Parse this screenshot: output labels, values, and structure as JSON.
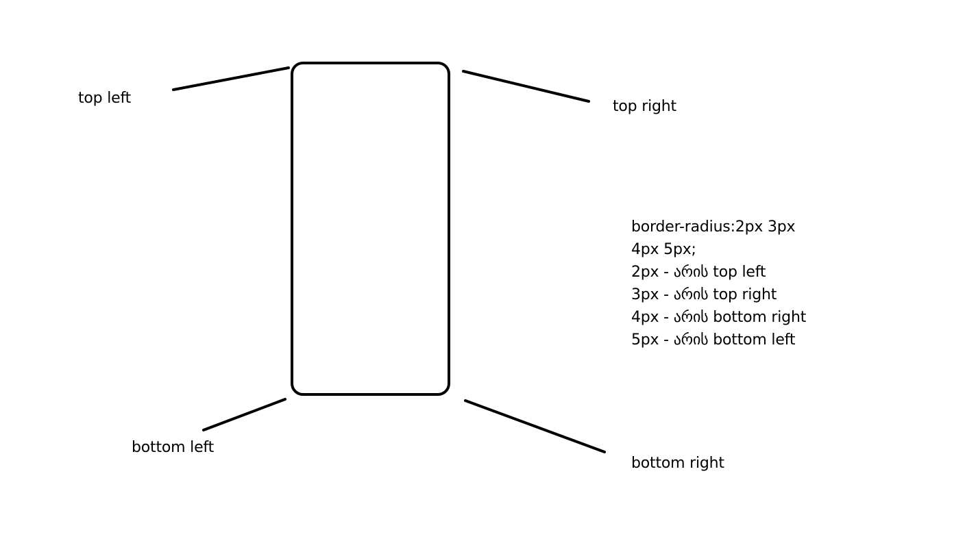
{
  "labels": {
    "top_left": "top left",
    "top_right": "top right",
    "bottom_left": "bottom left",
    "bottom_right": "bottom right"
  },
  "notes": [
    "border-radius:2px 3px",
    "4px 5px;",
    "2px - არის top left",
    "3px - არის top right",
    "4px - არის bottom right",
    "5px - არის bottom left"
  ],
  "colors": {
    "background": "#ffffff",
    "stroke": "#000000"
  }
}
